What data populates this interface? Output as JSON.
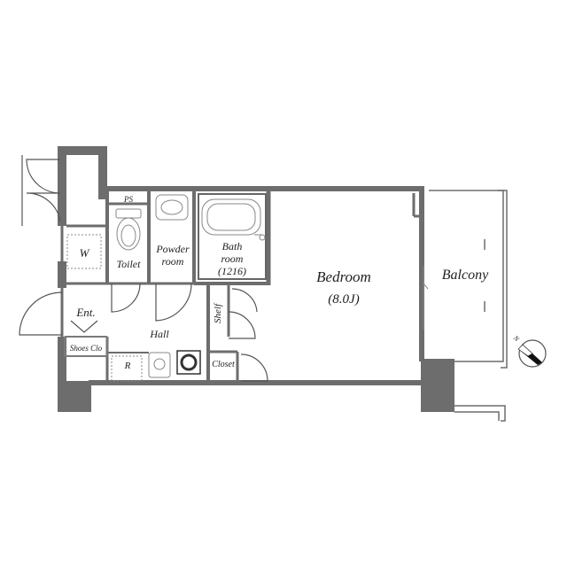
{
  "rooms": {
    "ps": "PS",
    "toilet": "Toilet",
    "powder_line1": "Powder",
    "powder_line2": "room",
    "bath_line1": "Bath",
    "bath_line2": "room",
    "bath_size": "(1216)",
    "bedroom": "Bedroom",
    "bedroom_size": "(8.0J)",
    "balcony": "Balcony",
    "washer": "W",
    "entrance": "Ent.",
    "shoes_closet": "Shoes Clo",
    "hall": "Hall",
    "refrigerator": "R",
    "shelf": "Shelf",
    "closet": "Closet"
  },
  "compass": {
    "north": "N"
  },
  "colors": {
    "wall": "#6d6d6d",
    "line": "#555555",
    "fixture": "#888888"
  }
}
